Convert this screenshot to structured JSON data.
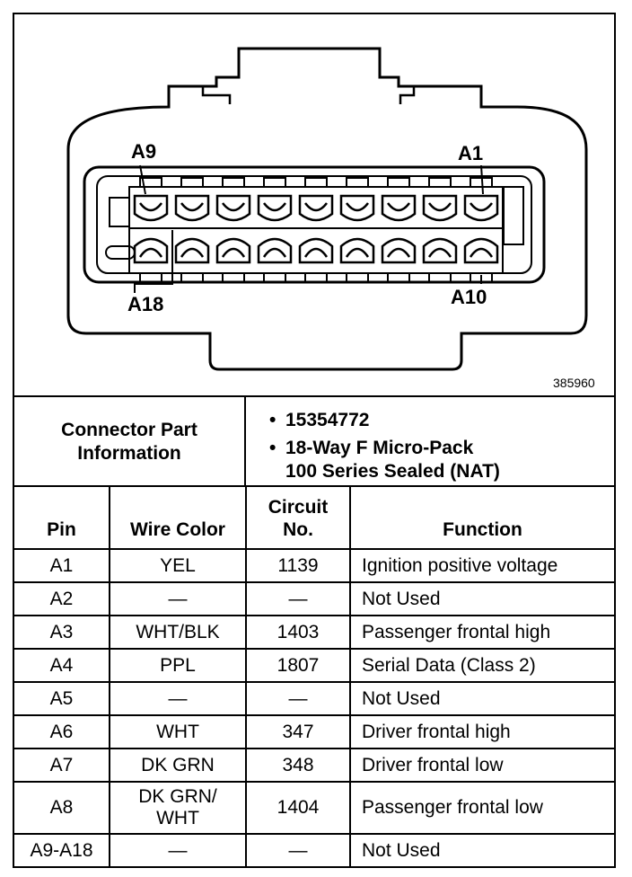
{
  "diagram": {
    "pin_label_a9": "A9",
    "pin_label_a1": "A1",
    "pin_label_a18": "A18",
    "pin_label_a10": "A10",
    "figure_number": "385960"
  },
  "info": {
    "label": "Connector Part Information",
    "part_number": "15354772",
    "description_line1": "18-Way F Micro-Pack",
    "description_line2": "100 Series Sealed (NAT)"
  },
  "table": {
    "headers": {
      "pin": "Pin",
      "wire_color": "Wire Color",
      "circuit_line1": "Circuit",
      "circuit_line2": "No.",
      "function": "Function"
    },
    "rows": [
      {
        "pin": "A1",
        "wire_color": "YEL",
        "circuit": "1139",
        "function": "Ignition positive voltage"
      },
      {
        "pin": "A2",
        "wire_color": "—",
        "circuit": "—",
        "function": "Not Used"
      },
      {
        "pin": "A3",
        "wire_color": "WHT/BLK",
        "circuit": "1403",
        "function": "Passenger frontal high"
      },
      {
        "pin": "A4",
        "wire_color": "PPL",
        "circuit": "1807",
        "function": "Serial Data (Class 2)"
      },
      {
        "pin": "A5",
        "wire_color": "—",
        "circuit": "—",
        "function": "Not Used"
      },
      {
        "pin": "A6",
        "wire_color": "WHT",
        "circuit": "347",
        "function": "Driver frontal high"
      },
      {
        "pin": "A7",
        "wire_color": "DK GRN",
        "circuit": "348",
        "function": "Driver frontal low"
      },
      {
        "pin": "A8",
        "wire_color_line1": "DK GRN/",
        "wire_color_line2": "WHT",
        "circuit": "1404",
        "function": "Passenger frontal low"
      },
      {
        "pin": "A9-A18",
        "wire_color": "—",
        "circuit": "—",
        "function": "Not Used"
      }
    ]
  }
}
